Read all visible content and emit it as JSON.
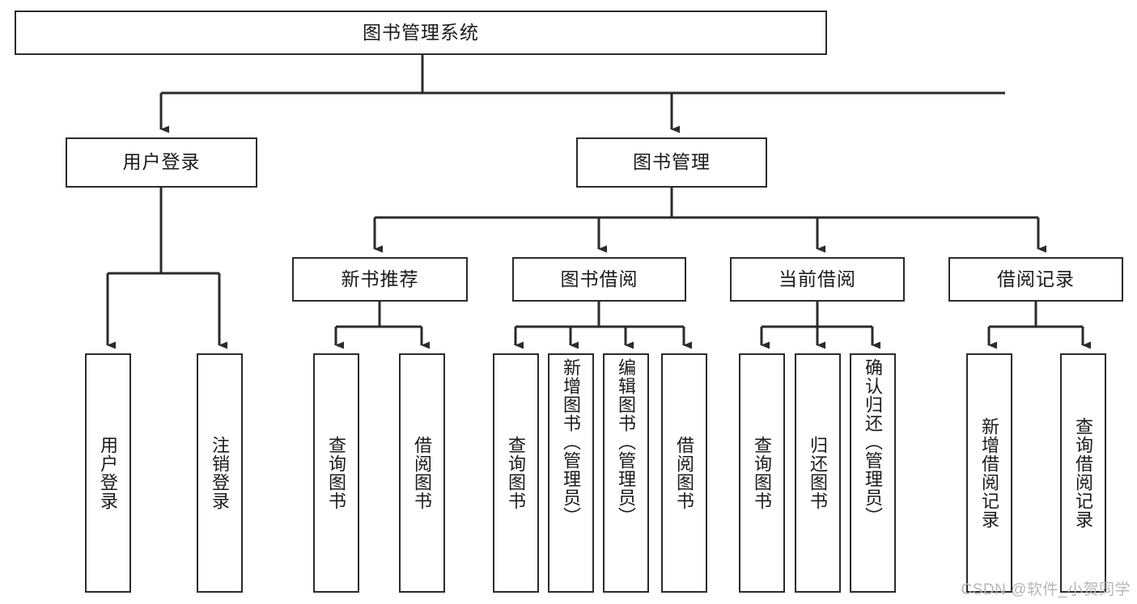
{
  "diagram": {
    "title": "图书管理系统",
    "type": "tree",
    "watermark": "CSDN @软件_小贺同学",
    "colors": {
      "box_border": "#2b2b2b",
      "box_fill": "#ffffff",
      "connector": "#2b2b2b",
      "background": "#ffffff",
      "watermark": "#b6b6b6"
    },
    "root": {
      "id": "root",
      "label": "图书管理系统"
    },
    "level2": [
      {
        "id": "user-login",
        "label": "用户登录"
      },
      {
        "id": "book-manage",
        "label": "图书管理"
      }
    ],
    "level3": [
      {
        "id": "new-book-recommend",
        "label": "新书推荐",
        "parent": "book-manage"
      },
      {
        "id": "book-borrow",
        "label": "图书借阅",
        "parent": "book-manage"
      },
      {
        "id": "current-borrow",
        "label": "当前借阅",
        "parent": "book-manage"
      },
      {
        "id": "borrow-record",
        "label": "借阅记录",
        "parent": "book-manage"
      }
    ],
    "leaves": [
      {
        "id": "leaf-user-login",
        "label": "用户登录",
        "parent": "user-login"
      },
      {
        "id": "leaf-user-logout",
        "label": "注销登录",
        "parent": "user-login"
      },
      {
        "id": "leaf-query-book-1",
        "label": "查询图书",
        "parent": "new-book-recommend"
      },
      {
        "id": "leaf-borrow-book-1",
        "label": "借阅图书",
        "parent": "new-book-recommend"
      },
      {
        "id": "leaf-query-book-2",
        "label": "查询图书",
        "parent": "book-borrow"
      },
      {
        "id": "leaf-add-book",
        "label": "新增图书（管理员）",
        "parent": "book-borrow"
      },
      {
        "id": "leaf-edit-book",
        "label": "编辑图书（管理员）",
        "parent": "book-borrow"
      },
      {
        "id": "leaf-borrow-book-2",
        "label": "借阅图书",
        "parent": "book-borrow"
      },
      {
        "id": "leaf-query-book-3",
        "label": "查询图书",
        "parent": "current-borrow"
      },
      {
        "id": "leaf-return-book",
        "label": "归还图书",
        "parent": "current-borrow"
      },
      {
        "id": "leaf-confirm-return",
        "label": "确认归还（管理员）",
        "parent": "current-borrow"
      },
      {
        "id": "leaf-add-record",
        "label": "新增借阅记录",
        "parent": "borrow-record"
      },
      {
        "id": "leaf-query-record",
        "label": "查询借阅记录",
        "parent": "borrow-record"
      }
    ]
  }
}
